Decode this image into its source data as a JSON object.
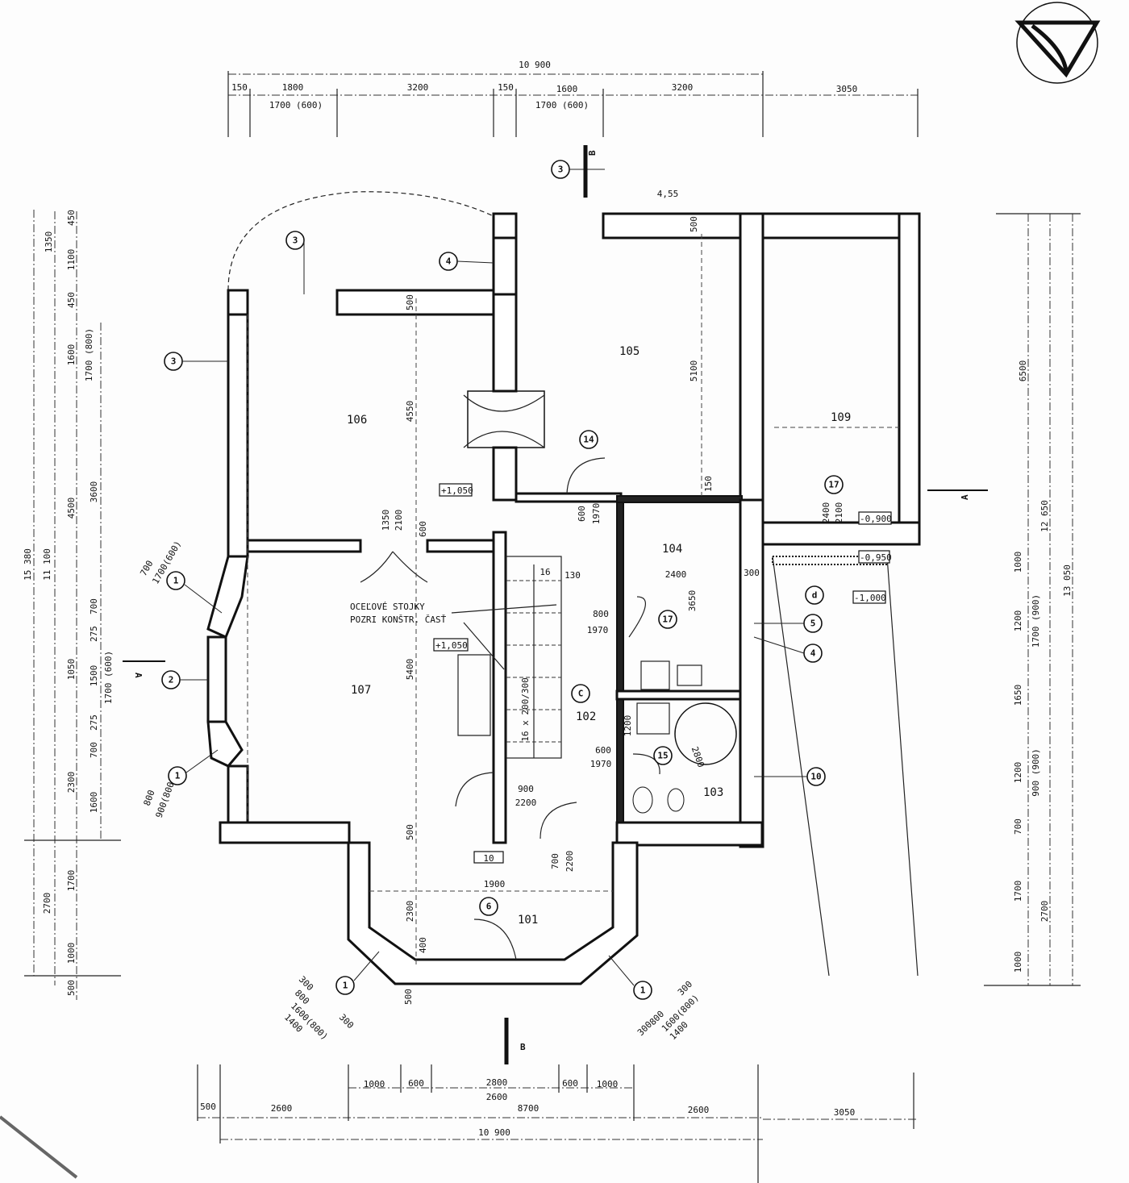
{
  "north_arrow": "north-arrow",
  "rooms": {
    "r101": "101",
    "r102": "102",
    "r103": "103",
    "r104": "104",
    "r105": "105",
    "r106": "106",
    "r107": "107",
    "r109": "109"
  },
  "top_dims": [
    "10 900",
    "150",
    "1800",
    "1700 (600)",
    "3200",
    "150",
    "1600",
    "1700 (600)",
    "3200",
    "3050"
  ],
  "bottom_dims": [
    "1000",
    "600",
    "2800",
    "600",
    "1000",
    "2600",
    "500",
    "2600",
    "8700",
    "2600",
    "3050",
    "10 900"
  ],
  "left_dims": [
    "15 380",
    "11 100",
    "1350",
    "450",
    "1100",
    "450",
    "1600",
    "1700 (800)",
    "4500",
    "3600",
    "700",
    "275",
    "1050",
    "1500",
    "1700 (600)",
    "275",
    "700",
    "2300",
    "1600",
    "2700",
    "1700",
    "1000",
    "500"
  ],
  "right_dims": [
    "6500",
    "12 650",
    "13 050",
    "1000",
    "1200",
    "1700 (900)",
    "1650",
    "1200",
    "900 (900)",
    "700",
    "1700",
    "2700",
    "1000"
  ],
  "interior": [
    "4550",
    "5400",
    "5100",
    "3650",
    "2400",
    "500",
    "500",
    "500",
    "4,55",
    "16",
    "130",
    "800",
    "1970",
    "600",
    "1970",
    "600",
    "1970",
    "900",
    "2200",
    "1900",
    "700",
    "2200",
    "2300",
    "1350",
    "2100",
    "2400",
    "2100",
    "16 x 200/300",
    "150",
    "600",
    "500",
    "400",
    "300",
    "2800",
    "1200"
  ],
  "levels": [
    "+1,050",
    "+1,050",
    "-0,900",
    "-0,950",
    "-1,000",
    "10"
  ],
  "note": [
    "OCEĽOVÉ STOJKY",
    "POZRI KONŠTR. ČASŤ"
  ],
  "window_notes": [
    "700",
    "1700(600)",
    "800",
    "900(800)",
    "300",
    "800",
    "1600(800)",
    "1400",
    "300",
    "300",
    "800",
    "1600(800)",
    "1400",
    "300"
  ],
  "markers": [
    "3",
    "3",
    "4",
    "3",
    "1",
    "2",
    "1",
    "1",
    "1",
    "17",
    "17",
    "15",
    "5",
    "4",
    "10",
    "14",
    "6",
    "C",
    "d"
  ],
  "sections": [
    "B",
    "B",
    "A",
    "A"
  ]
}
